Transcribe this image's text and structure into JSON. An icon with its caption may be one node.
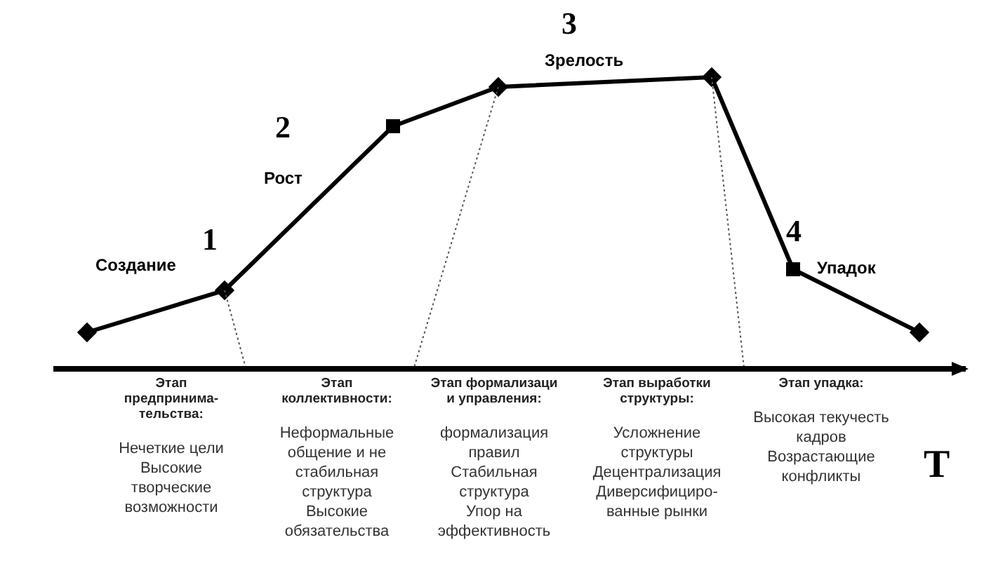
{
  "diagram": {
    "labels": [
      "3",
      "Зрелость",
      "2",
      "Рост",
      "1",
      "Создание",
      "4",
      "Упадок",
      "Этап предпринима-тельства:",
      "Нечеткие цели",
      "Высокие творческие возможности",
      "Этап коллективности:",
      "Неформальные общение и не стабильная структура",
      "Высокие обязательства",
      "Этап формализаци и управления:",
      "формализация правил",
      "Стабильная структура",
      "Упор на эффективность",
      "Этап выработки структуры:",
      "Усложнение структуры",
      "Децентрализация",
      "Диверсифициро-ванные рынки",
      "Этап упадка:",
      "Высокая текучесть кадров",
      "Возрастающие конфликты",
      "T"
    ]
  }
}
